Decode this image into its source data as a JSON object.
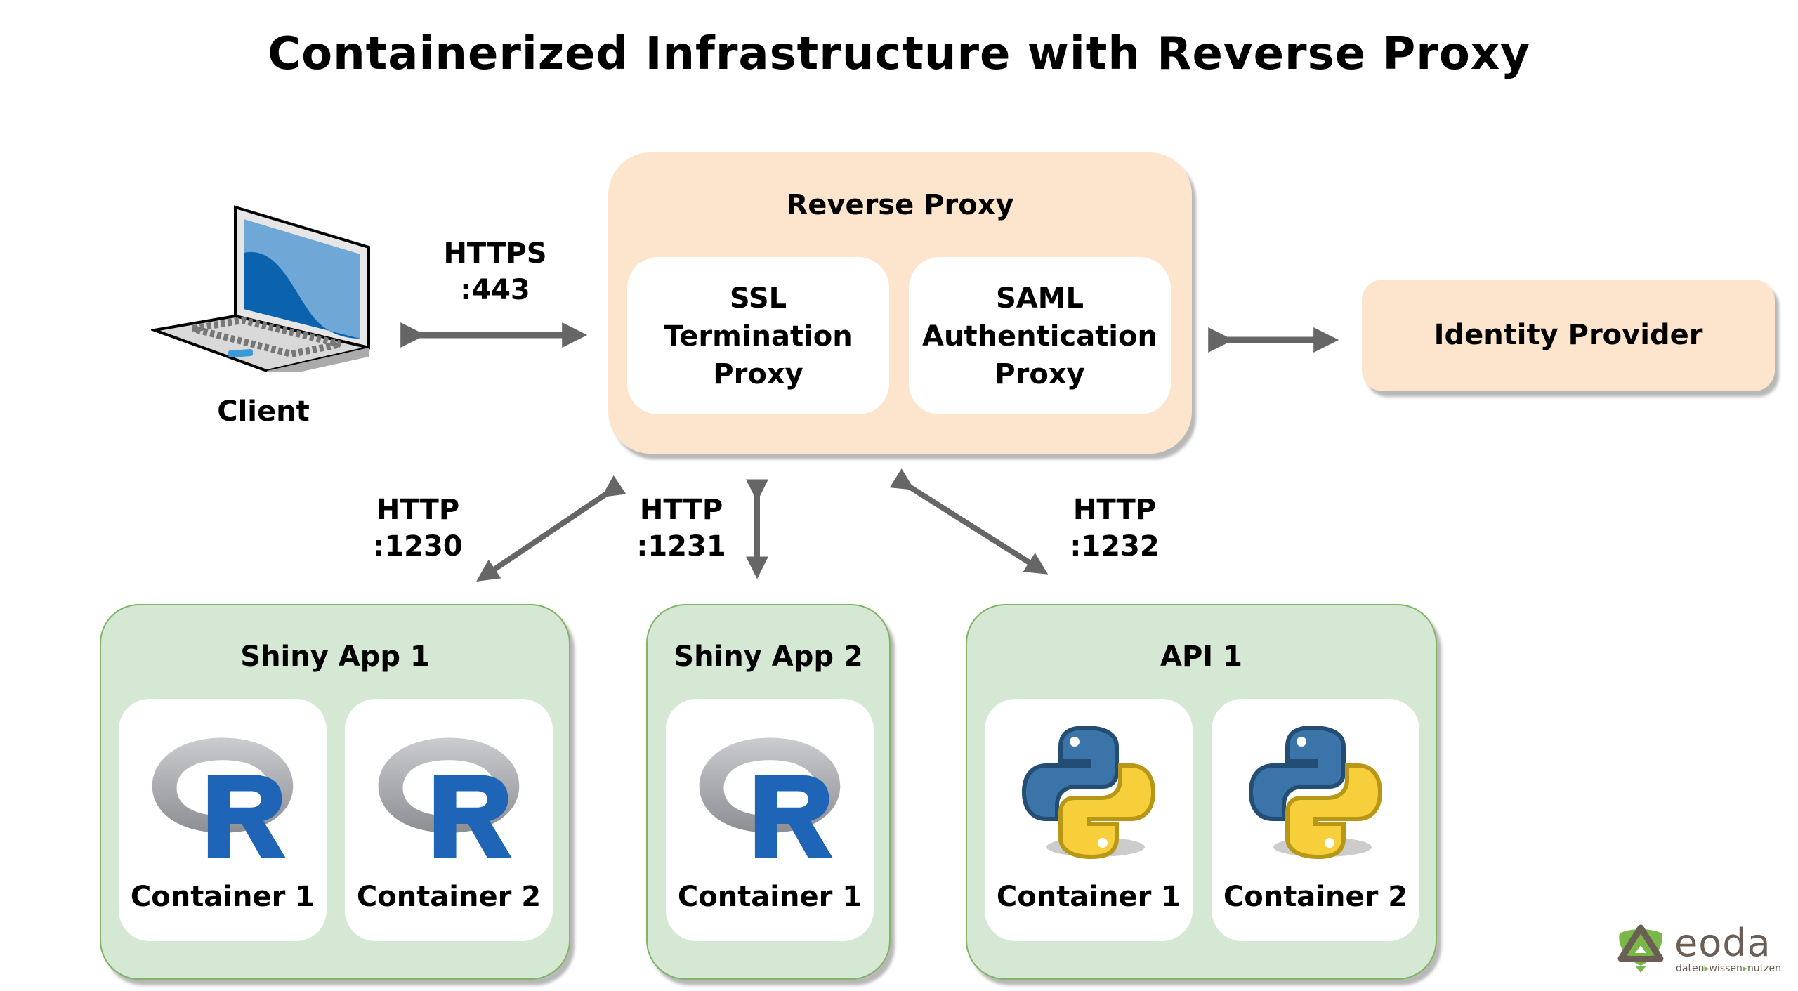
{
  "title": "Containerized Infrastructure with Reverse Proxy",
  "client": {
    "label": "Client",
    "icon": "laptop-icon"
  },
  "client_link": {
    "protocol": "HTTPS",
    "port": ":443"
  },
  "reverse_proxy": {
    "title": "Reverse Proxy",
    "components": [
      {
        "lines": [
          "SSL",
          "Termination",
          "Proxy"
        ]
      },
      {
        "lines": [
          "SAML",
          "Authentication",
          "Proxy"
        ]
      }
    ]
  },
  "identity_provider": {
    "label": "Identity Provider"
  },
  "links": [
    {
      "protocol": "HTTP",
      "port": ":1230"
    },
    {
      "protocol": "HTTP",
      "port": ":1231"
    },
    {
      "protocol": "HTTP",
      "port": ":1232"
    }
  ],
  "groups": [
    {
      "title": "Shiny App 1",
      "containers": [
        {
          "label": "Container 1",
          "icon": "r-logo-icon"
        },
        {
          "label": "Container 2",
          "icon": "r-logo-icon"
        }
      ]
    },
    {
      "title": "Shiny App 2",
      "containers": [
        {
          "label": "Container 1",
          "icon": "r-logo-icon"
        }
      ]
    },
    {
      "title": "API 1",
      "containers": [
        {
          "label": "Container 1",
          "icon": "python-logo-icon"
        },
        {
          "label": "Container 2",
          "icon": "python-logo-icon"
        }
      ]
    }
  ],
  "logo": {
    "name": "eoda",
    "tagline": [
      "daten",
      "wissen",
      "nutzen"
    ]
  },
  "colors": {
    "peach": "#fde4cc",
    "green_fill": "#d5e8d4",
    "green_border": "#82b366",
    "arrow": "#666666"
  }
}
